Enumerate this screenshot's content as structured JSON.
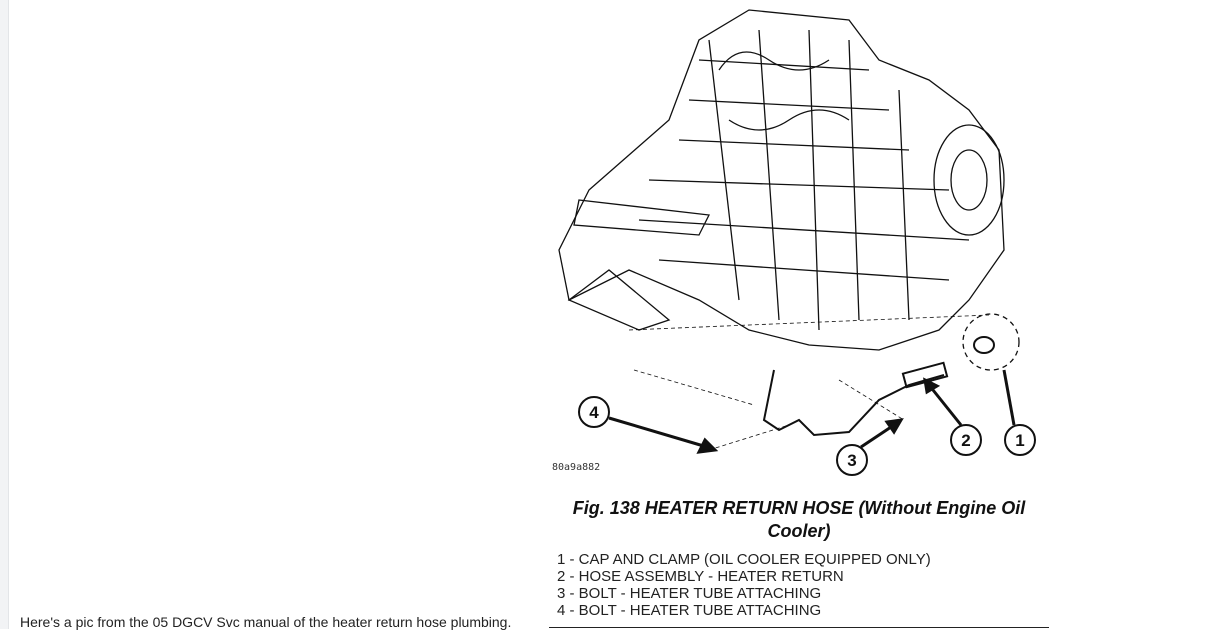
{
  "post": {
    "text": "Here's a pic from the 05 DGCV Svc manual of the heater return hose plumbing."
  },
  "figure": {
    "image_code": "80a9a882",
    "callouts": [
      "1",
      "2",
      "3",
      "4"
    ],
    "caption": "Fig. 138 HEATER RETURN HOSE (Without Engine Oil Cooler)",
    "legend": [
      "1 - CAP AND CLAMP (OIL COOLER EQUIPPED ONLY)",
      "2 - HOSE ASSEMBLY - HEATER RETURN",
      "3 - BOLT - HEATER TUBE ATTACHING",
      "4 - BOLT - HEATER TUBE ATTACHING"
    ]
  }
}
